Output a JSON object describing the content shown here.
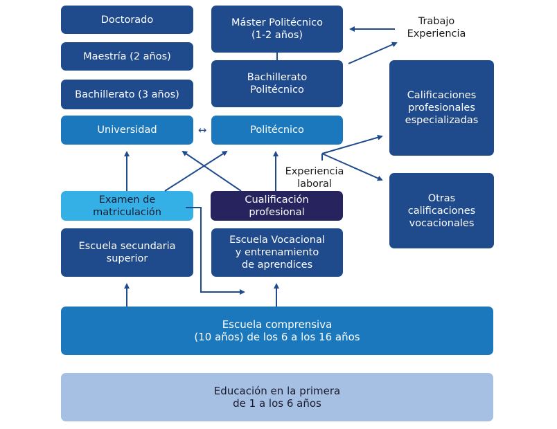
{
  "diagram": {
    "colors": {
      "dark_box": "#1f4a8c",
      "mid_box": "#1b78bc",
      "light_box": "#35b0e6",
      "navy_box": "#26235f",
      "pale_box": "#a6c0e3",
      "arrow": "#1f4a8c"
    },
    "boxes": {
      "doctorado": "Doctorado",
      "maestria": "Maestría (2 años)",
      "bachillerato": "Bachillerato (3 años)",
      "universidad": "Universidad",
      "master_politecnico": "Máster Politécnico\n(1-2 años)",
      "bachillerato_politecnico": "Bachillerato\nPolitécnico",
      "politecnico": "Politécnico",
      "calificaciones_especializadas": "Calificaciones\nprofesionales\nespecializadas",
      "otras_calificaciones": "Otras\ncalificaciones\nvocacionales",
      "examen_matriculacion": "Examen de\nmatriculación",
      "cualificacion_profesional": "Cualificación\nprofesional",
      "escuela_secundaria": "Escuela secundaria\nsuperior",
      "escuela_vocacional": "Escuela Vocacional\ny entrenamiento\nde aprendices",
      "escuela_comprensiva": "Escuela comprensiva\n(10 años) de los 6 a los 16 años",
      "educacion_primera": "Educación en la primera\nde 1 a los 6 años"
    },
    "labels": {
      "trabajo_experiencia": "Trabajo\nExperiencia",
      "experiencia_laboral": "Experiencia\nlaboral",
      "bidirectional": "↔"
    }
  }
}
